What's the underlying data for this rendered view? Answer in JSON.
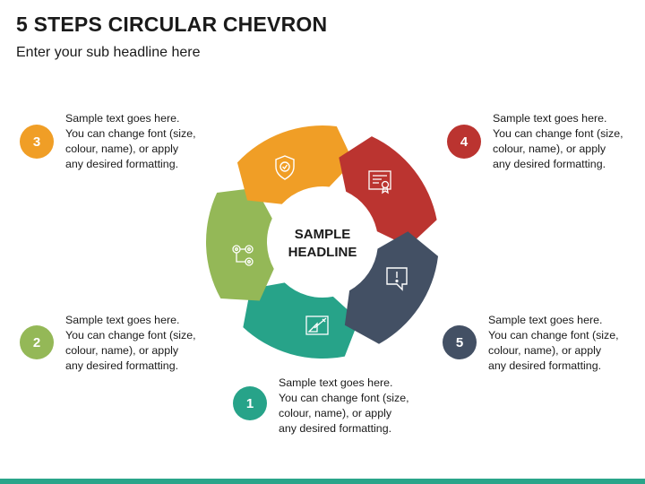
{
  "title": "5 STEPS CIRCULAR CHEVRON",
  "subtitle": "Enter your sub headline here",
  "center": {
    "line1": "SAMPLE",
    "line2": "HEADLINE"
  },
  "accent_color": "#2aa58a",
  "steps": [
    {
      "number": "1",
      "color": "#27a389",
      "icon": "drafting-tools-icon",
      "lines": [
        "Sample text goes here.",
        "You can change font (size,",
        "colour, name), or apply",
        "any desired formatting."
      ]
    },
    {
      "number": "2",
      "color": "#94b857",
      "icon": "gears-workflow-icon",
      "lines": [
        "Sample text goes here.",
        "You can change font (size,",
        "colour, name), or apply",
        "any desired formatting."
      ]
    },
    {
      "number": "3",
      "color": "#f09e26",
      "icon": "shield-check-icon",
      "lines": [
        "Sample text goes here.",
        "You can change font (size,",
        "colour, name), or apply",
        "any desired formatting."
      ]
    },
    {
      "number": "4",
      "color": "#bb3430",
      "icon": "certificate-icon",
      "lines": [
        "Sample text goes here.",
        "You can change font (size,",
        "colour, name), or apply",
        "any desired formatting."
      ]
    },
    {
      "number": "5",
      "color": "#435064",
      "icon": "alert-speech-bubble-icon",
      "lines": [
        "Sample text goes here.",
        "You can change font (size,",
        "colour, name), or apply",
        "any desired formatting."
      ]
    }
  ]
}
